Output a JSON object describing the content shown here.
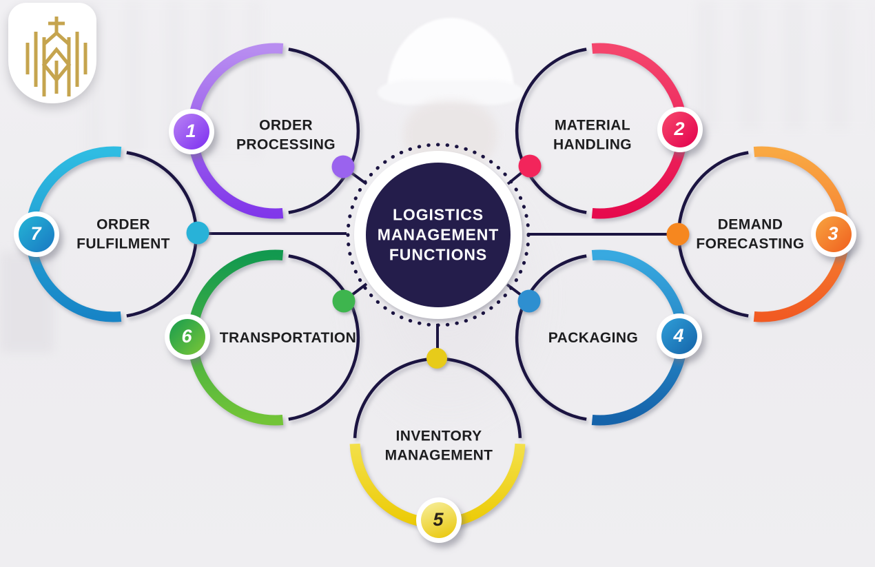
{
  "logo": {
    "icon": "gold-crest-logo"
  },
  "hub": {
    "label": "LOGISTICS\nMANAGEMENT\nFUNCTIONS",
    "fill_color": "#241d4b",
    "text_color": "#ffffff"
  },
  "nodes": [
    {
      "number": "1",
      "label": "ORDER\nPROCESSING",
      "color": "#8b44ee",
      "color_light": "#b88df0",
      "position": "top-left"
    },
    {
      "number": "2",
      "label": "MATERIAL\nHANDLING",
      "color": "#e60a4d",
      "color_light": "#f4466d",
      "position": "top-right"
    },
    {
      "number": "3",
      "label": "DEMAND\nFORECASTING",
      "color": "#f15a22",
      "color_light": "#f9a843",
      "position": "right"
    },
    {
      "number": "4",
      "label": "PACKAGING",
      "color": "#1563aa",
      "color_light": "#38a9e0",
      "position": "bottom-right"
    },
    {
      "number": "5",
      "label": "INVENTORY\nMANAGEMENT",
      "color": "#eccb07",
      "color_light": "#f3e04a",
      "position": "bottom"
    },
    {
      "number": "6",
      "label": "TRANSPORTATION",
      "color": "#12994f",
      "color_light": "#72c437",
      "position": "bottom-left"
    },
    {
      "number": "7",
      "label": "ORDER\nFULFILMENT",
      "color": "#1784c6",
      "color_light": "#2fbce2",
      "position": "left"
    }
  ],
  "colors": {
    "outline_navy": "#1b1441",
    "label_text": "#1d1d1f",
    "background": "#efeef1",
    "logo_gold": "#c5a44e"
  }
}
